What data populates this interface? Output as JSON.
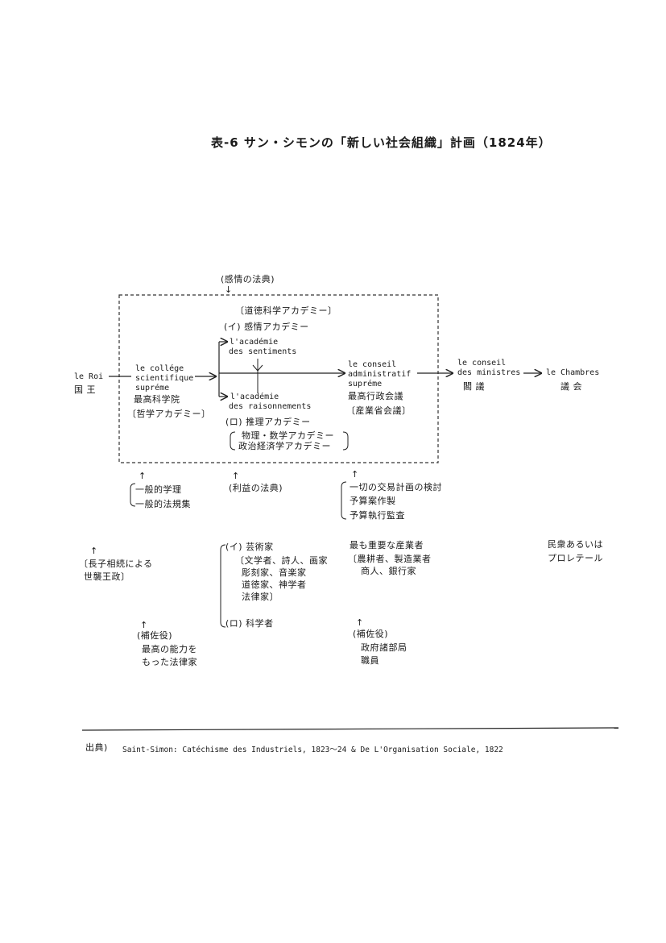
{
  "title": "表-6 サン・シモンの「新しい社会組織」計画（1824年）",
  "sentiment_code": "(感情の法典)",
  "moral_academy": "〔道徳科学アカデミー〕",
  "academy_sentiment_jp": "(イ) 感情アカデミー",
  "academy_sentiment_fr": [
    "l'académie",
    "des sentiments"
  ],
  "academy_reason_fr": [
    "l'académie",
    "des raisonnements"
  ],
  "academy_reason_jp": "(ロ) 推理アカデミー",
  "academy_reason_sub": [
    "物理・数学アカデミー",
    "政治経済学アカデミー"
  ],
  "king": {
    "fr": "le Roi",
    "jp": "国 王"
  },
  "college": {
    "fr": [
      "le collége",
      "scientifique",
      "supréme"
    ],
    "jp": "最高科学院",
    "note": "〔哲学アカデミー〕"
  },
  "conseil_admin": {
    "fr": [
      "le conseil",
      "administratif",
      "supréme"
    ],
    "jp": "最高行政会議",
    "note": "〔産業省会議〕"
  },
  "conseil_ministres": {
    "fr": [
      "le conseil",
      "des ministres"
    ],
    "jp": "閣 議"
  },
  "chambres": {
    "fr": "le Chambres",
    "jp": "議 会"
  },
  "college_duties": [
    "一般的学理",
    "一般的法規集"
  ],
  "interest_code": "(利益の法典)",
  "admin_duties": [
    "一切の交易計画の検討",
    "予算案作製",
    "予算執行監査"
  ],
  "king_basis": [
    "〔長子相続による",
    "世襲王政〕"
  ],
  "artists": {
    "label": "(イ) 芸術家",
    "members": [
      "〔文学者、詩人、画家",
      "彫刻家、音楽家",
      "道徳家、神学者",
      "法律家〕"
    ]
  },
  "scientists": "(ロ) 科学者",
  "industrialists": {
    "label": "最も重要な産業者",
    "members": [
      "〔農耕者、製造業者",
      "商人、銀行家"
    ]
  },
  "populace": [
    "民衆あるいは",
    "プロレテール"
  ],
  "king_assistant": {
    "label": "(補佐役)",
    "desc": [
      "最高の能力を",
      "もった法律家"
    ]
  },
  "admin_assistant": {
    "label": "(補佐役)",
    "desc": [
      "政府諸部局",
      "職員"
    ]
  },
  "arrow_up": "↑",
  "arrow_down": "↓",
  "source_label": "出典)",
  "source_text": "Saint-Simon: Catéchisme des Industriels, 1823～24 & De L'Organisation Sociale, 1822"
}
